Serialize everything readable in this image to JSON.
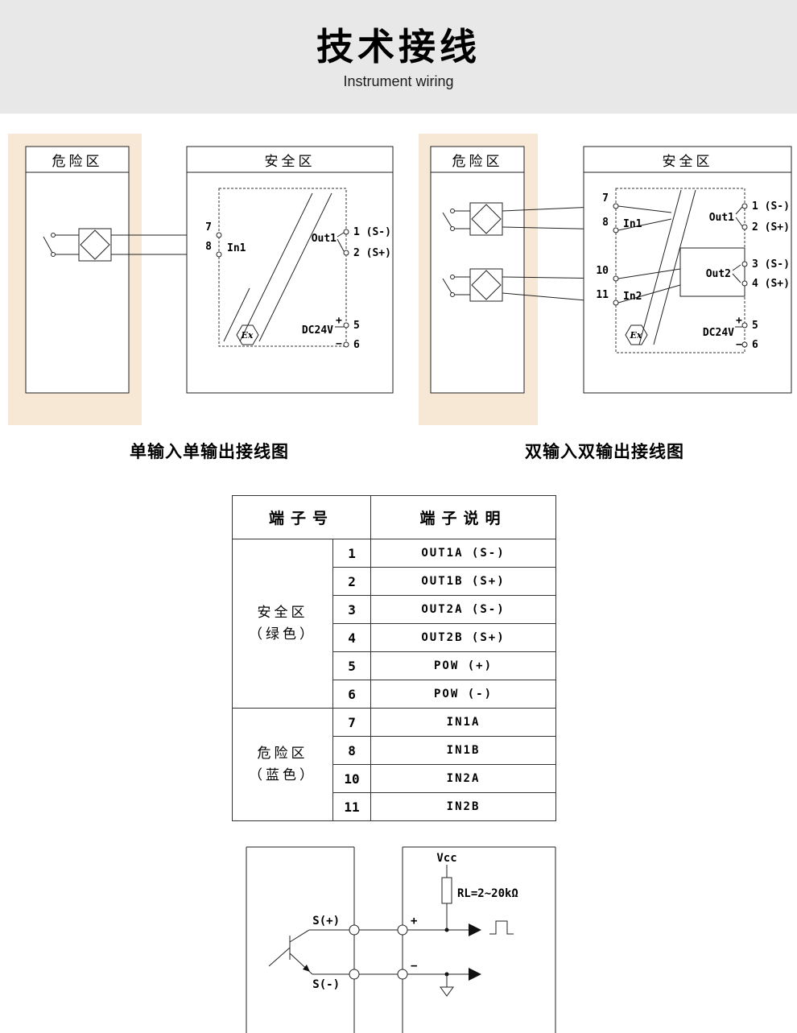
{
  "header": {
    "title": "技术接线",
    "subtitle": "Instrument wiring"
  },
  "diagrams": {
    "single": {
      "hazard": "危险区",
      "safe": "安全区",
      "caption": "单输入单输出接线图",
      "t7": "7",
      "t8": "8",
      "in1": "In1",
      "out1": "Out1",
      "o1": "1 (S-)",
      "o2": "2 (S+)",
      "power": "DC24V",
      "plus": "+",
      "minus": "−",
      "t5": "5",
      "t6": "6",
      "ex": "Ex"
    },
    "double": {
      "hazard": "危险区",
      "safe": "安全区",
      "caption": "双输入双输出接线图",
      "t7": "7",
      "t8": "8",
      "t10": "10",
      "t11": "11",
      "in1": "In1",
      "in2": "In2",
      "out1": "Out1",
      "out2": "Out2",
      "o1": "1 (S-)",
      "o2": "2 (S+)",
      "o3": "3 (S-)",
      "o4": "4 (S+)",
      "power": "DC24V",
      "plus": "+",
      "minus": "−",
      "t5": "5",
      "t6": "6",
      "ex": "Ex"
    }
  },
  "table": {
    "header_terminal": "端子号",
    "header_desc": "端子说明",
    "groups": [
      {
        "name": "安全区",
        "color": "（绿色）",
        "rows": [
          {
            "no": "1",
            "desc": "OUT1A (S-)"
          },
          {
            "no": "2",
            "desc": "OUT1B (S+)"
          },
          {
            "no": "3",
            "desc": "OUT2A (S-)"
          },
          {
            "no": "4",
            "desc": "OUT2B (S+)"
          },
          {
            "no": "5",
            "desc": "POW (+)"
          },
          {
            "no": "6",
            "desc": "POW (-)"
          }
        ]
      },
      {
        "name": "危险区",
        "color": "（蓝色）",
        "rows": [
          {
            "no": "7",
            "desc": "IN1A"
          },
          {
            "no": "8",
            "desc": "IN1B"
          },
          {
            "no": "10",
            "desc": "IN2A"
          },
          {
            "no": "11",
            "desc": "IN2B"
          }
        ]
      }
    ]
  },
  "circuit": {
    "vcc": "Vcc",
    "rl": "RL=2~20kΩ",
    "s_plus": "S(+)",
    "s_minus": "S(-)",
    "plus": "+",
    "minus": "−"
  },
  "colors": {
    "hazard_bg": "#f6e8d4",
    "header_bg": "#e8e8e8",
    "line": "#222222"
  }
}
